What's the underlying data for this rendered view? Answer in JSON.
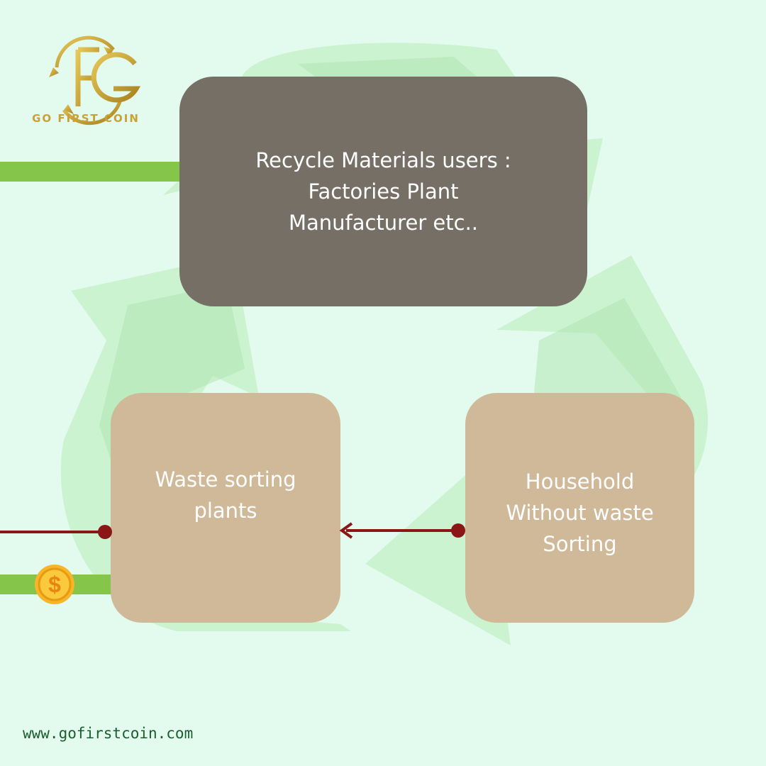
{
  "brand": {
    "name": "GO FIRST COIN",
    "website": "www.gofirstcoin.com"
  },
  "nodes": {
    "top": "Recycle  Materials users :\nFactories Plant\nManufacturer etc..",
    "left": "Waste sorting\nplants",
    "right": "Household\nWithout waste\nSorting"
  },
  "colors": {
    "background": "#e2fbee",
    "top_box": "#766f66",
    "side_box": "#cfb999",
    "green_line": "#84c54a",
    "red_line": "#8a1616",
    "gold": "#c9a236"
  },
  "icons": {
    "background": "recycle-icon",
    "logo": "go-first-coin-logo",
    "coin": "dollar-coin-icon"
  }
}
